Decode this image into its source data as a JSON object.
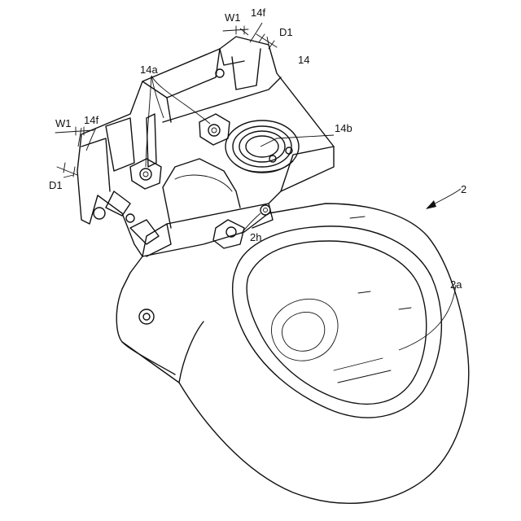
{
  "labels": {
    "w1_top": "W1",
    "f14_top": "14f",
    "d1_top": "D1",
    "housing": "14",
    "bosses": "14a",
    "w1_left": "W1",
    "f14_left": "14f",
    "d1_left": "D1",
    "outlet": "14b",
    "toilet": "2",
    "hinge": "2h",
    "bowl": "2a"
  }
}
